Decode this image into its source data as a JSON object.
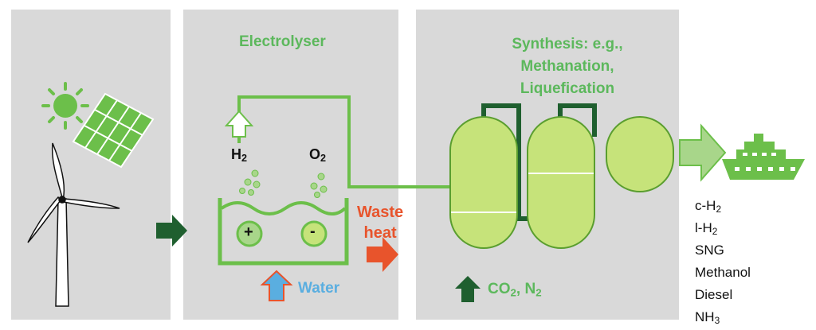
{
  "electrolyser": {
    "title": "Electrolyser",
    "h2_main": "H",
    "h2_sub": "2",
    "o2_main": "O",
    "o2_sub": "2",
    "plus_sign": "+",
    "minus_sign": "-",
    "water_label": "Water"
  },
  "waste_heat": {
    "line1": "Waste",
    "line2": "heat"
  },
  "synthesis": {
    "line1": "Synthesis: e.g.,",
    "line2": "Methanation,",
    "line3": "Liquefication"
  },
  "inputs": {
    "co2_main": "CO",
    "co2_sub": "2",
    "n2_main": ", N",
    "n2_sub": "2"
  },
  "products": [
    {
      "main": "c-H",
      "sub": "2"
    },
    {
      "main": "l-H",
      "sub": "2"
    },
    {
      "main": "SNG",
      "sub": ""
    },
    {
      "main": "Methanol",
      "sub": ""
    },
    {
      "main": "Diesel",
      "sub": ""
    },
    {
      "main": "NH",
      "sub": "3"
    }
  ],
  "colors": {
    "panel": "#d9d9d9",
    "green": "#6cbf4a",
    "light_green": "#c6e37a",
    "dark_green": "#1f5f2f",
    "water_blue": "#5aaee0",
    "heat_red": "#e8542c"
  },
  "icons": [
    "sun-icon",
    "solar-panel-icon",
    "wind-turbine-icon",
    "ship-icon"
  ]
}
